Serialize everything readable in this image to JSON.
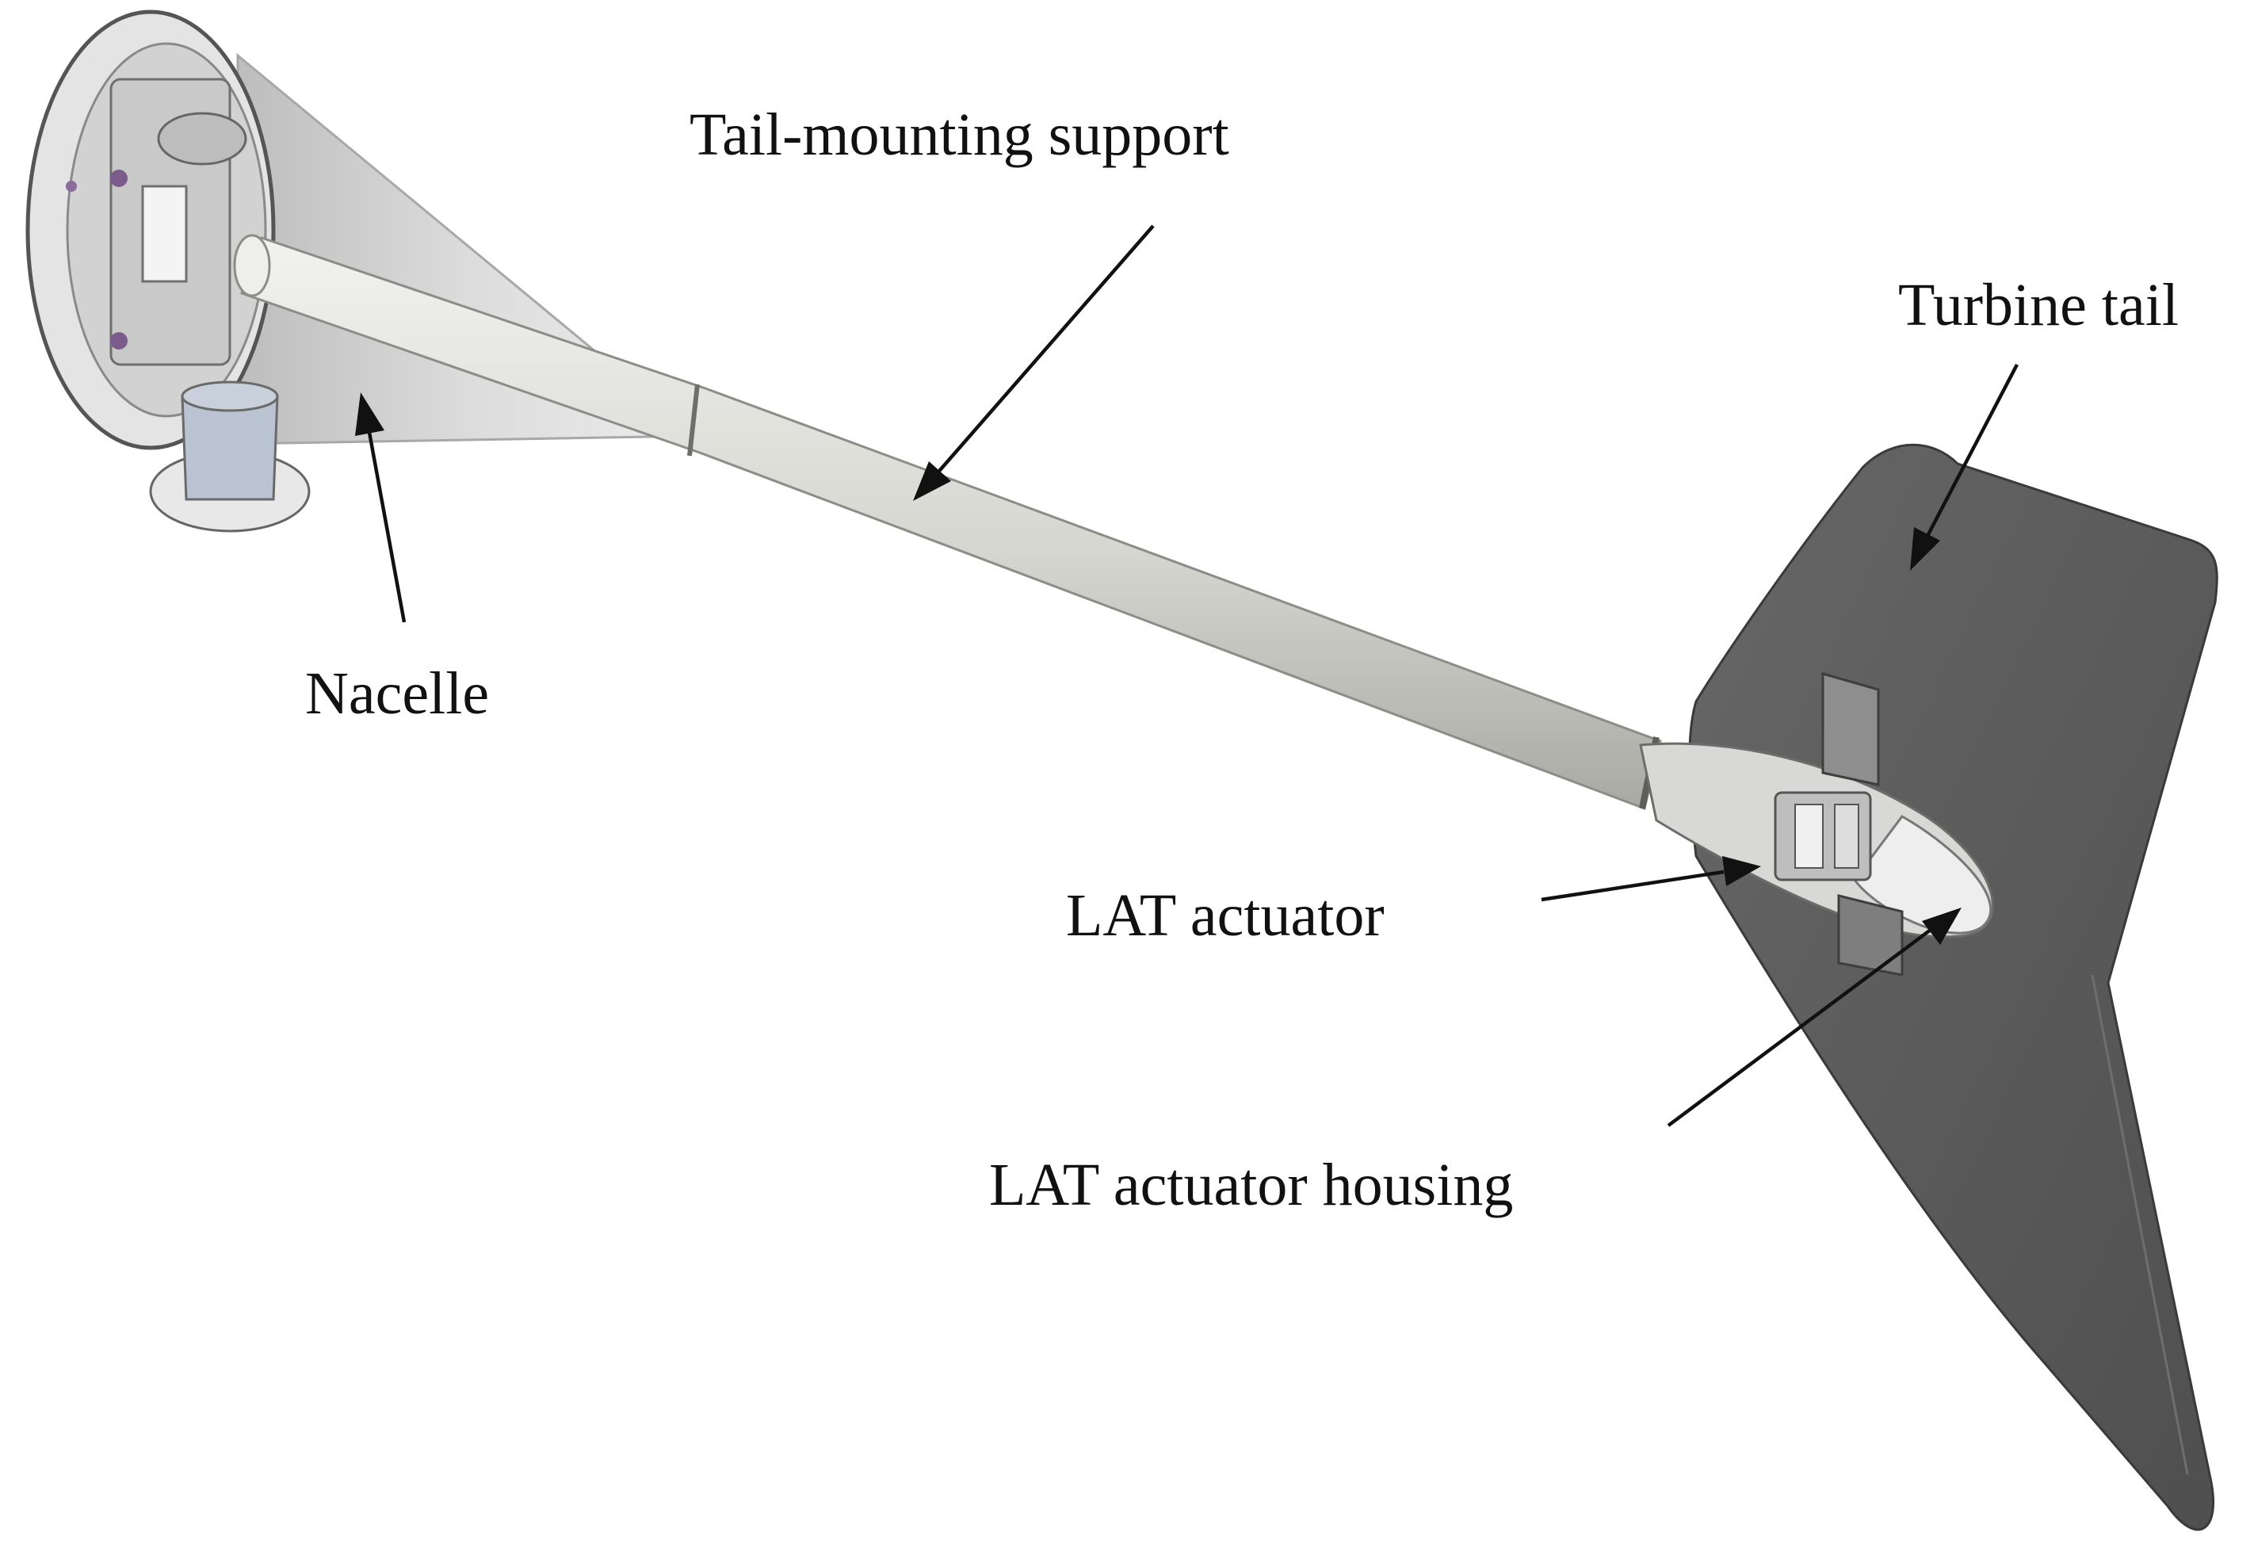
{
  "labels": {
    "tail_support": "Tail-mounting support",
    "turbine_tail": "Turbine tail",
    "nacelle": "Nacelle",
    "actuator": "LAT actuator",
    "actuator_housing": "LAT actuator housing"
  },
  "colors": {
    "background": "#ffffff",
    "tail_fin": "#5c5c5c",
    "boom": "#d9d9d4",
    "nacelle": "#dadada",
    "label_text": "#111111"
  }
}
